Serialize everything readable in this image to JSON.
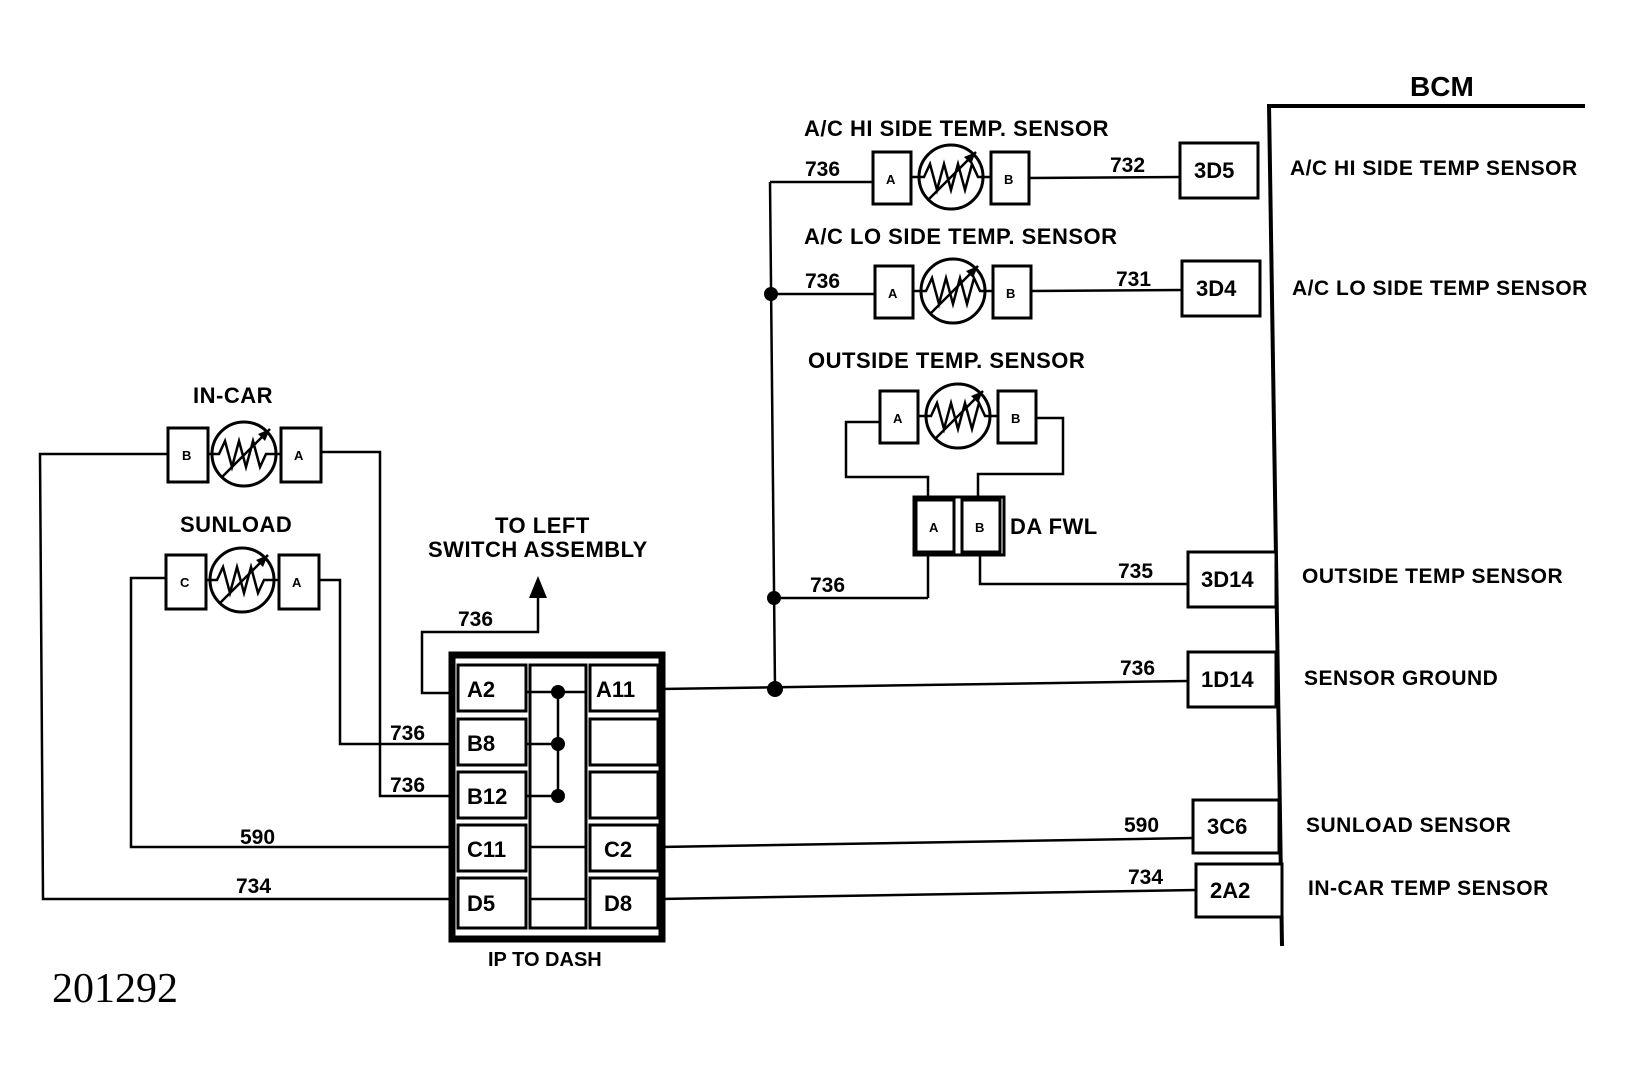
{
  "bcm": {
    "title": "BCM",
    "pins": [
      {
        "id": "3D5",
        "function": "A/C HI SIDE TEMP SENSOR"
      },
      {
        "id": "3D4",
        "function": "A/C LO SIDE TEMP SENSOR"
      },
      {
        "id": "3D14",
        "function": "OUTSIDE  TEMP SENSOR"
      },
      {
        "id": "1D14",
        "function": "SENSOR GROUND"
      },
      {
        "id": "3C6",
        "function": "SUNLOAD SENSOR"
      },
      {
        "id": "2A2",
        "function": "IN-CAR  TEMP SENSOR"
      }
    ]
  },
  "sensors": {
    "ac_hi": {
      "label": "A/C HI SIDE TEMP. SENSOR",
      "pin_left": "A",
      "pin_right": "B"
    },
    "ac_lo": {
      "label": "A/C LO SIDE TEMP. SENSOR",
      "pin_left": "A",
      "pin_right": "B"
    },
    "outside": {
      "label": "OUTSIDE TEMP. SENSOR",
      "pin_left": "A",
      "pin_right": "B"
    },
    "in_car": {
      "label": "IN-CAR",
      "pin_left": "B",
      "pin_right": "A"
    },
    "sunload": {
      "label": "SUNLOAD",
      "pin_left": "C",
      "pin_right": "A"
    }
  },
  "da_fwl": {
    "label": "DA FWL",
    "pin_left": "A",
    "pin_right": "B"
  },
  "connector": {
    "label": "IP TO DASH",
    "left_pins": [
      "A2",
      "B8",
      "B12",
      "C11",
      "D5"
    ],
    "right_pins": [
      "A11",
      "",
      "",
      "C2",
      "D8"
    ]
  },
  "to_left": {
    "line1": "TO LEFT",
    "line2": "SWITCH ASSEMBLY"
  },
  "wires": {
    "w736": "736",
    "w732": "732",
    "w731": "731",
    "w735": "735",
    "w590": "590",
    "w734": "734"
  },
  "figure_number": "201292"
}
